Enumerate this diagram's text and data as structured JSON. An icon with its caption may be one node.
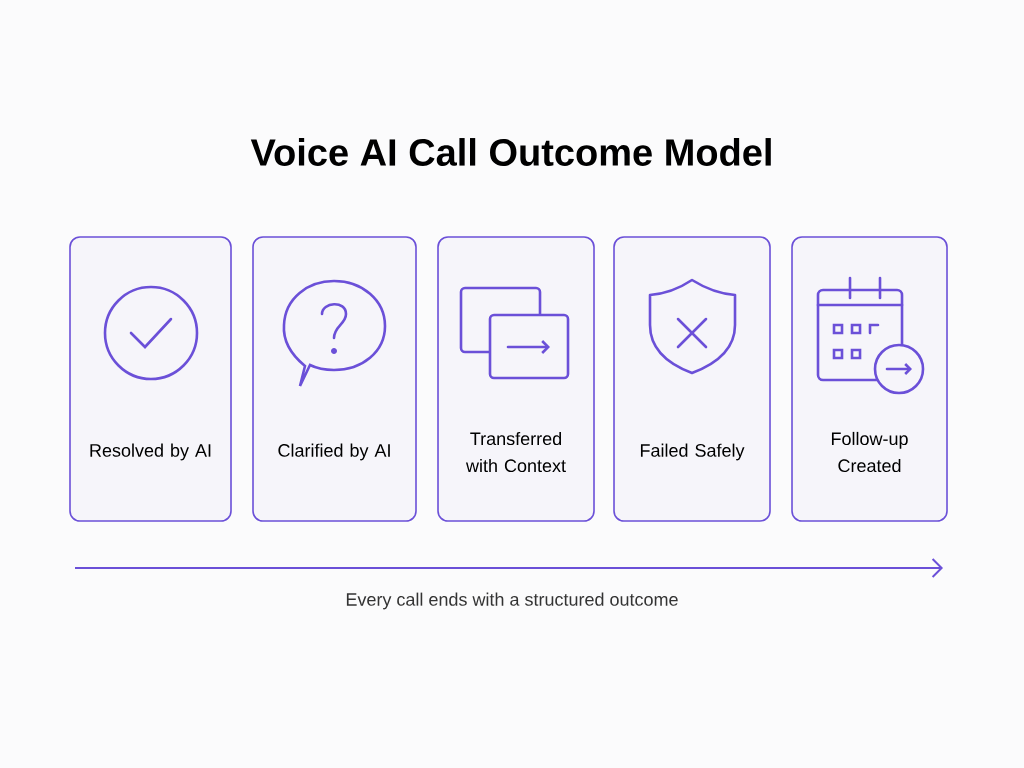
{
  "diagram": {
    "title": "Voice AI Call Outcome Model",
    "nodes": [
      {
        "text": [
          "Resolved by AI"
        ]
      },
      {
        "text": [
          "Clarified by AI"
        ]
      },
      {
        "text": [
          "Transferred with Context"
        ]
      },
      {
        "text": [
          "Failed Safely"
        ]
      },
      {
        "text": [
          "Follow-up Created"
        ]
      }
    ],
    "caption": "Every call ends with a structured outcome"
  }
}
